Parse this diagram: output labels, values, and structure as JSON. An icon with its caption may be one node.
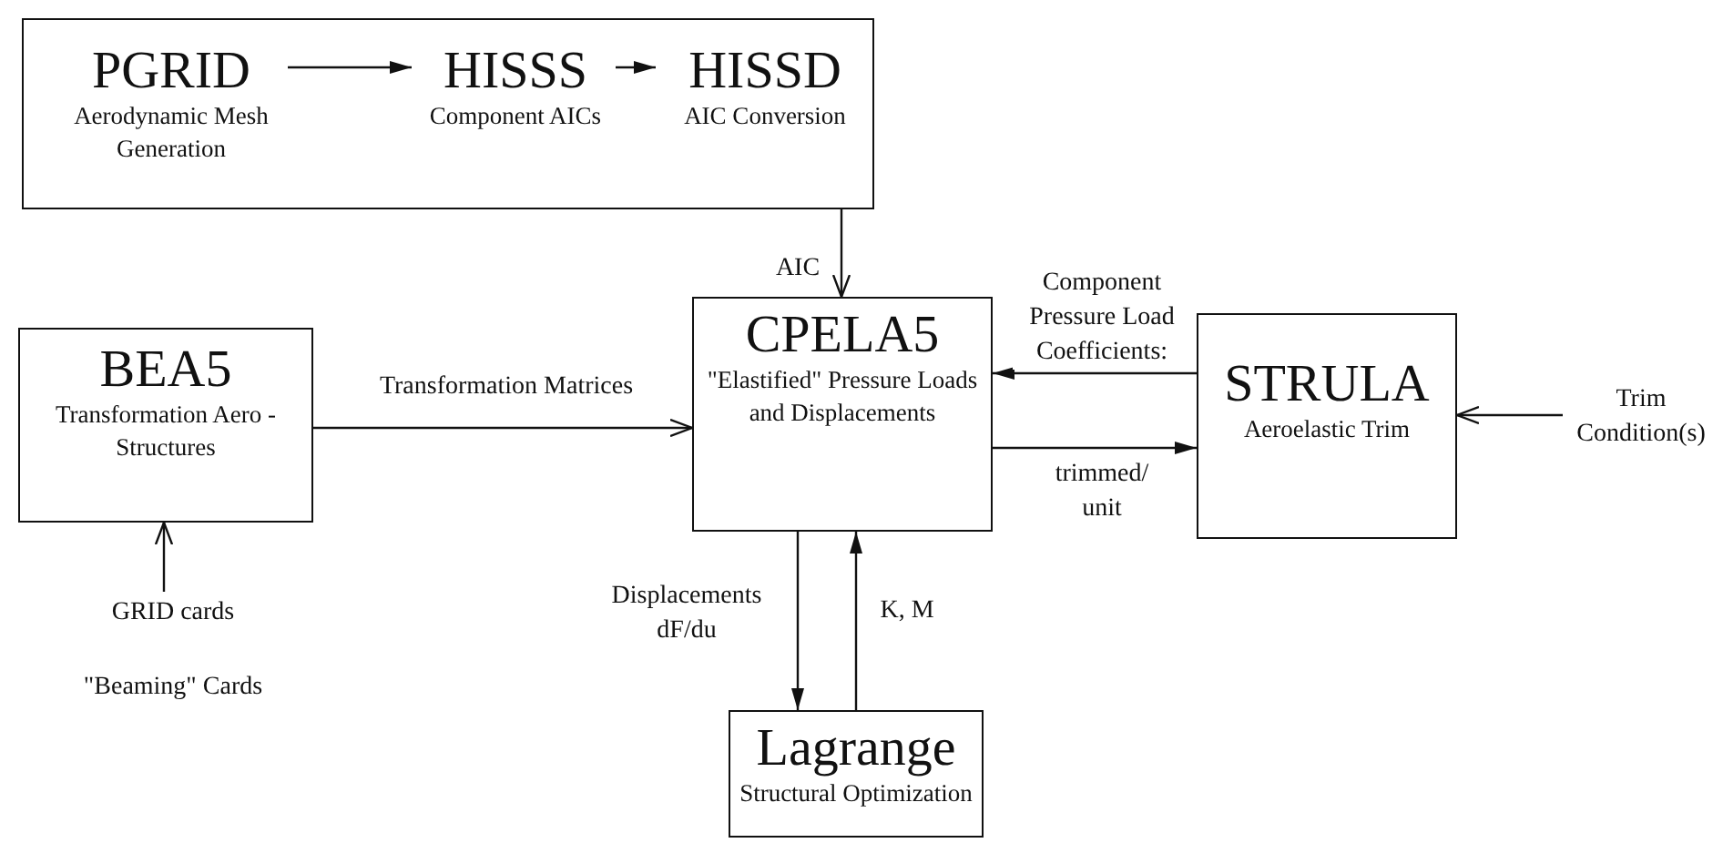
{
  "diagram": {
    "nodes": [
      {
        "text": [],
        "shape": "box"
      },
      {
        "text": [
          "PGRID",
          "Aerodynamic Mesh Generation"
        ],
        "in": 0
      },
      {
        "text": [
          "HISSS",
          "Component AICs"
        ],
        "in": 0
      },
      {
        "text": [
          "HISSD",
          "AIC Conversion"
        ],
        "in": 0
      },
      {
        "text": [
          "BEA5",
          "Transformation Aero - Structures"
        ]
      },
      {
        "text": [
          "CPELA5",
          "\"Elastified\" Pressure Loads and Displacements"
        ]
      },
      {
        "text": [
          "STRULA",
          "Aeroelastic Trim"
        ]
      },
      {
        "text": [
          "Lagrange",
          "Structural Optimization"
        ]
      },
      {
        "text": [
          "Trim Condition(s)"
        ]
      },
      {
        "text": [
          "GRID cards",
          "\"Beaming\" Cards"
        ]
      }
    ],
    "edges": [
      {
        "from": 1,
        "to": 2,
        "arrow": "to"
      },
      {
        "from": 2,
        "to": 3,
        "arrow": "to"
      },
      {
        "from": 0,
        "to": 5,
        "arrow": "to",
        "label": "AIC"
      },
      {
        "from": 4,
        "to": 5,
        "arrow": "to",
        "label": "Transformation Matrices"
      },
      {
        "from": 6,
        "to": 5,
        "arrow": "to",
        "label": "Component Pressure Load Coefficients:"
      },
      {
        "from": 5,
        "to": 6,
        "arrow": "to",
        "label": "trimmed/ unit"
      },
      {
        "from": 8,
        "to": 6,
        "arrow": "to"
      },
      {
        "from": 9,
        "to": 4,
        "arrow": "to"
      },
      {
        "from": 5,
        "to": 7,
        "arrow": "to",
        "label": "Displacements dF/du"
      },
      {
        "from": 7,
        "to": 5,
        "arrow": "to",
        "label": "K, M"
      }
    ]
  }
}
